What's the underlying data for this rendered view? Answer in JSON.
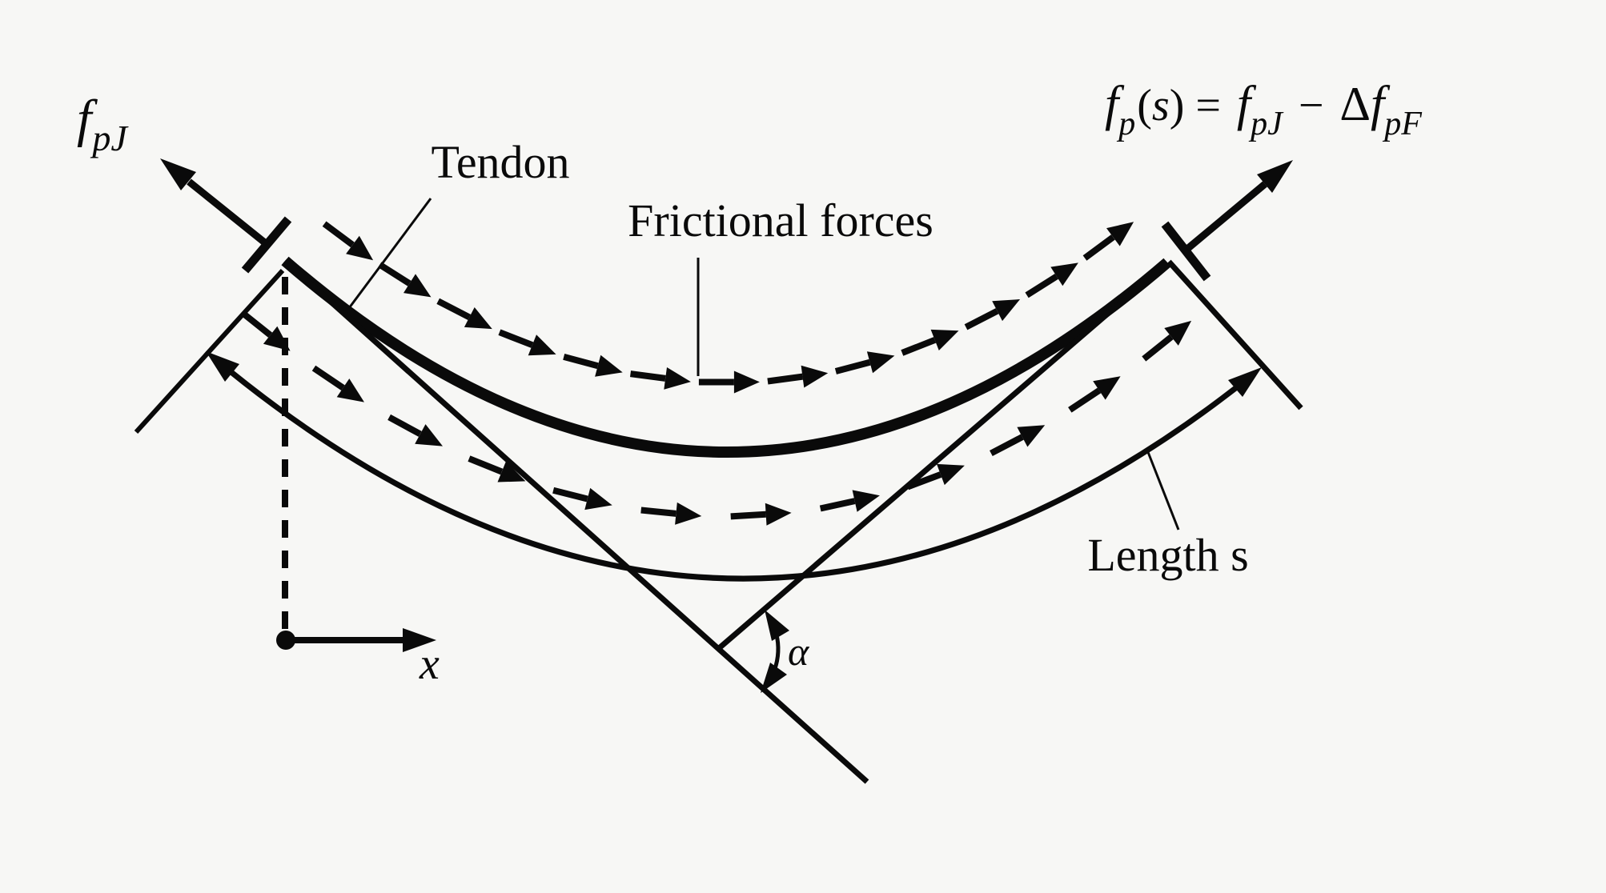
{
  "canvas": {
    "background": "#F7F7F5",
    "ink": "#0A0A0A"
  },
  "labels": {
    "jacking_stress": {
      "base": "f",
      "sub": "pJ"
    },
    "formula": {
      "f1": "f",
      "sub1": "p",
      "open": "(",
      "s": "s",
      "close": ") = ",
      "f2": "f",
      "sub2": "pJ",
      "minus": " − ",
      "delta": "Δ",
      "f3": "f",
      "sub3": "pF"
    },
    "tendon": "Tendon",
    "frictional_forces": "Frictional forces",
    "length_s": "Length s",
    "x_axis": "x",
    "alpha": "α"
  },
  "frictional_arrows": {
    "top_count": 13,
    "bottom_count": 12
  }
}
